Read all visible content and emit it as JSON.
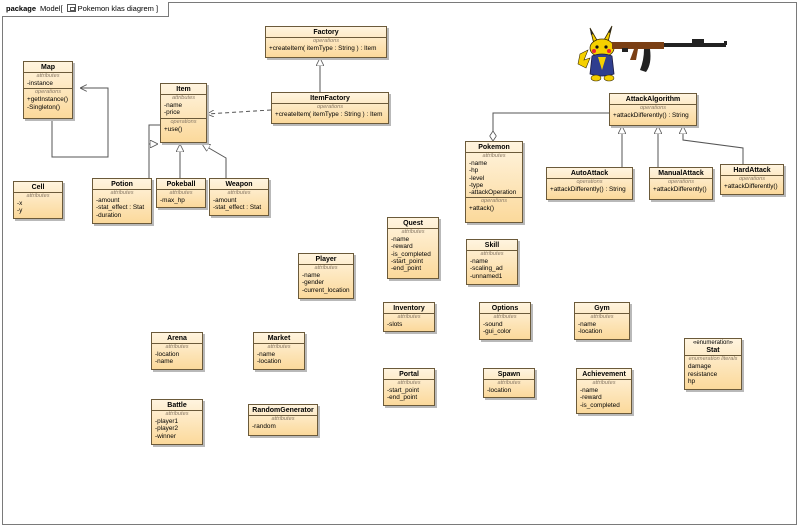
{
  "frame": {
    "keyword": "package",
    "name": "Model",
    "diagram_name": "Pokemon klas diagrem"
  },
  "labels": {
    "attributes": "attributes",
    "operations": "operations",
    "literals": "enumeration literals"
  },
  "classes": {
    "map": {
      "name": "Map",
      "attributes": [
        "-instance"
      ],
      "operations": [
        "+getInstance()",
        "-Singleton()"
      ]
    },
    "factory": {
      "name": "Factory",
      "attributes": null,
      "operations": [
        "+createItem( itemType : String ) : Item"
      ]
    },
    "itemfactory": {
      "name": "ItemFactory",
      "attributes": null,
      "operations": [
        "+createItem( itemType : String ) : Item"
      ]
    },
    "item": {
      "name": "Item",
      "attributes": [
        "-name",
        "-price"
      ],
      "operations": [
        "+use()"
      ]
    },
    "cell": {
      "name": "Cell",
      "attributes": [
        "-x",
        "-y"
      ],
      "operations": null
    },
    "potion": {
      "name": "Potion",
      "attributes": [
        "-amount",
        "-stat_effect : Stat",
        "-duration"
      ],
      "operations": null
    },
    "pokeball": {
      "name": "Pokeball",
      "attributes": [
        "-max_hp"
      ],
      "operations": null
    },
    "weapon": {
      "name": "Weapon",
      "attributes": [
        "-amount",
        "-stat_effect : Stat"
      ],
      "operations": null
    },
    "attackalgorithm": {
      "name": "AttackAlgorithm",
      "attributes": null,
      "operations": [
        "+attackDifferently() : String"
      ]
    },
    "pokemon": {
      "name": "Pokemon",
      "attributes": [
        "-name",
        "-hp",
        "-level",
        "-type",
        "-attackOperation"
      ],
      "operations": [
        "+attack()"
      ]
    },
    "autoattack": {
      "name": "AutoAttack",
      "attributes": null,
      "operations": [
        "+attackDifferently() : String"
      ]
    },
    "manualattack": {
      "name": "ManualAttack",
      "attributes": null,
      "operations": [
        "+attackDifferently()"
      ]
    },
    "hardattack": {
      "name": "HardAttack",
      "attributes": null,
      "operations": [
        "+attackDifferently()"
      ]
    },
    "quest": {
      "name": "Quest",
      "attributes": [
        "-name",
        "-reward",
        "-is_completed",
        "-start_point",
        "-end_point"
      ],
      "operations": null
    },
    "skill": {
      "name": "Skill",
      "attributes": [
        "-name",
        "-scaling_ad",
        "-unnamed1"
      ],
      "operations": null
    },
    "player": {
      "name": "Player",
      "attributes": [
        "-name",
        "-gender",
        "-current_location"
      ],
      "operations": null
    },
    "inventory": {
      "name": "Inventory",
      "attributes": [
        "-slots"
      ],
      "operations": null
    },
    "options": {
      "name": "Options",
      "attributes": [
        "-sound",
        "-gui_color"
      ],
      "operations": null
    },
    "gym": {
      "name": "Gym",
      "attributes": [
        "-name",
        "-location"
      ],
      "operations": null
    },
    "arena": {
      "name": "Arena",
      "attributes": [
        "-location",
        "-name"
      ],
      "operations": null
    },
    "market": {
      "name": "Market",
      "attributes": [
        "-name",
        "-location"
      ],
      "operations": null
    },
    "portal": {
      "name": "Portal",
      "attributes": [
        "-start_point",
        "-end_point"
      ],
      "operations": null
    },
    "spawn": {
      "name": "Spawn",
      "attributes": [
        "-location"
      ],
      "operations": null
    },
    "achievement": {
      "name": "Achievement",
      "attributes": [
        "-name",
        "-reward",
        "-is_completed"
      ],
      "operations": null
    },
    "battle": {
      "name": "Battle",
      "attributes": [
        "-player1",
        "-player2",
        "-winner"
      ],
      "operations": null
    },
    "randomgenerator": {
      "name": "RandomGenerator",
      "attributes": [
        "-random"
      ],
      "operations": null
    },
    "stat": {
      "name": "Stat",
      "stereotype": "«enumeration»",
      "literals": [
        "damage",
        "resistance",
        "hp"
      ]
    }
  },
  "colors": {
    "class_fill_top": "#fff4df",
    "class_fill_bottom": "#fbd99b",
    "class_border": "#6b5a3a",
    "edge": "#555555"
  }
}
